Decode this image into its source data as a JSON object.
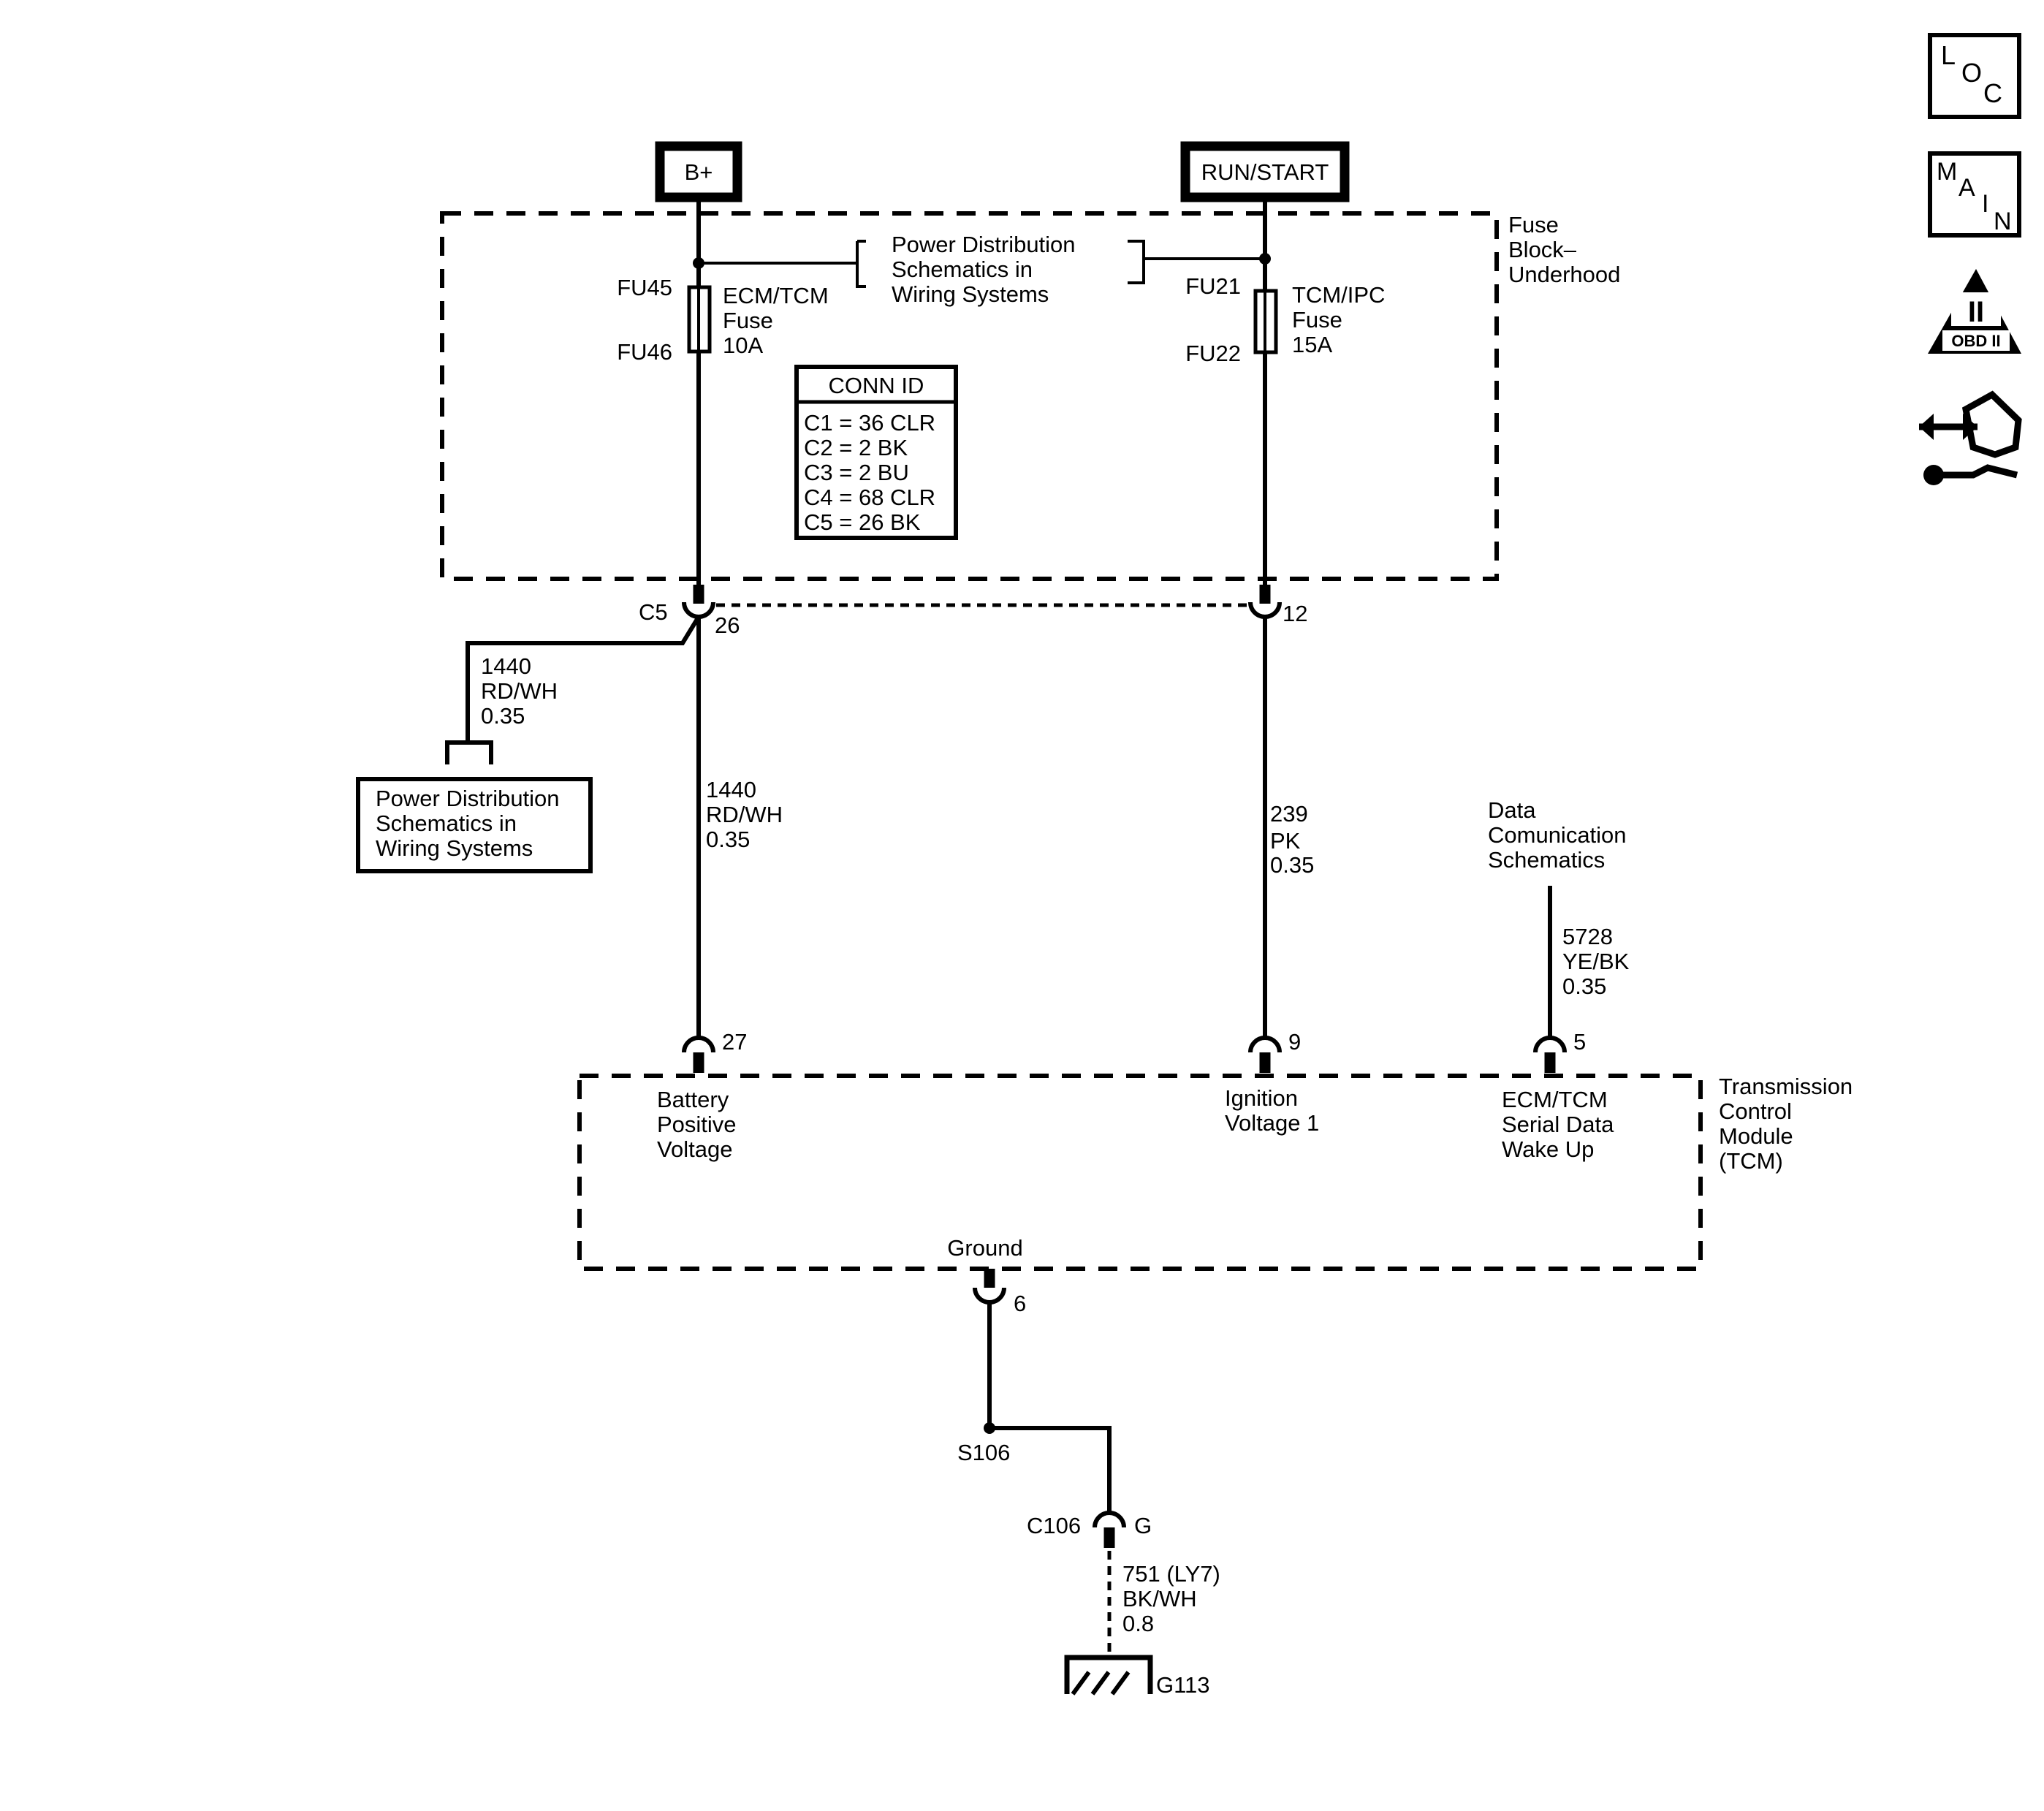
{
  "power_sources": {
    "bplus": "B+",
    "run_start": "RUN/START"
  },
  "fuse_block": {
    "line1": "Fuse",
    "line2": "Block–",
    "line3": "Underhood"
  },
  "ref_power_top": {
    "line1": "Power Distribution",
    "line2": "Schematics in",
    "line3": "Wiring Systems"
  },
  "fuse_left": {
    "top_id": "FU45",
    "bottom_id": "FU46",
    "line1": "ECM/TCM",
    "line2": "Fuse",
    "line3": "10A"
  },
  "fuse_right": {
    "top_id": "FU21",
    "bottom_id": "FU22",
    "line1": "TCM/IPC",
    "line2": "Fuse",
    "line3": "15A"
  },
  "conn_id": {
    "title": "CONN ID",
    "rows": [
      "C1 = 36 CLR",
      "C2 = 2 BK",
      "C3 = 2 BU",
      "C4 = 68 CLR",
      "C5 = 26 BK"
    ]
  },
  "c5": {
    "label": "C5",
    "pin_left": "26",
    "pin_right": "12"
  },
  "branch_wire": {
    "circuit": "1440",
    "color": "RD/WH",
    "size": "0.35"
  },
  "ref_power_bottom": {
    "line1": "Power Distribution",
    "line2": "Schematics in",
    "line3": "Wiring Systems"
  },
  "wire_bat": {
    "circuit": "1440",
    "color": "RD/WH",
    "size": "0.35"
  },
  "wire_ign": {
    "circuit": "239",
    "color": "PK",
    "size": "0.35"
  },
  "data_comm": {
    "line1": "Data",
    "line2": "Comunication",
    "line3": "Schematics"
  },
  "wire_data": {
    "circuit": "5728",
    "color": "YE/BK",
    "size": "0.35"
  },
  "tcm_pins": {
    "bat": "27",
    "ign": "9",
    "data": "5",
    "ground": "6"
  },
  "tcm_module": {
    "line1": "Transmission",
    "line2": "Control",
    "line3": "Module",
    "line4": "(TCM)"
  },
  "tcm_inputs": {
    "bat": {
      "line1": "Battery",
      "line2": "Positive",
      "line3": "Voltage"
    },
    "ign": {
      "line1": "Ignition",
      "line2": "Voltage 1"
    },
    "data": {
      "line1": "ECM/TCM",
      "line2": "Serial Data",
      "line3": "Wake Up"
    },
    "ground": "Ground"
  },
  "splice": "S106",
  "c106": {
    "label": "C106",
    "pin": "G"
  },
  "wire_ground": {
    "circuit": "751 (LY7)",
    "color": "BK/WH",
    "size": "0.8"
  },
  "ground_point": "G113",
  "nav_icons": {
    "loc": {
      "l": "L",
      "o": "O",
      "c": "C"
    },
    "main": {
      "m": "M",
      "a": "A",
      "i": "I",
      "n": "N"
    },
    "obd": {
      "roman": "II",
      "label": "OBD II"
    }
  }
}
